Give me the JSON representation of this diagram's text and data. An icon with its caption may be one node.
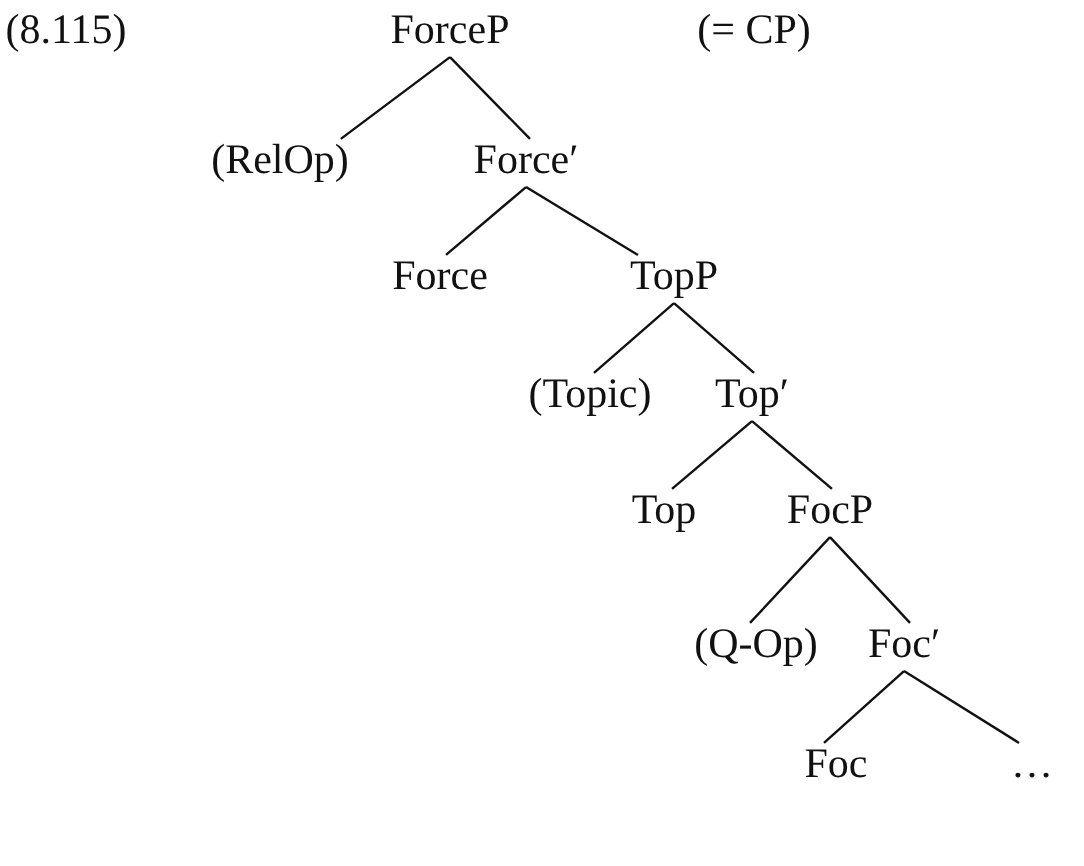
{
  "diagram": {
    "nodes": [
      {
        "text": [
          "ForceP"
        ]
      },
      {
        "text": [
          "(RelOp)"
        ]
      },
      {
        "text": [
          "Force′"
        ]
      },
      {
        "text": [
          "Force"
        ]
      },
      {
        "text": [
          "TopP"
        ]
      },
      {
        "text": [
          "(Topic)"
        ]
      },
      {
        "text": [
          "Top′"
        ]
      },
      {
        "text": [
          "Top"
        ]
      },
      {
        "text": [
          "FocP"
        ]
      },
      {
        "text": [
          "(Q-Op)"
        ]
      },
      {
        "text": [
          "Foc′"
        ]
      },
      {
        "text": [
          "Foc"
        ]
      },
      {
        "text": [
          "…"
        ]
      }
    ],
    "edges": [
      {
        "from": 0,
        "to": 1,
        "arrow": "none"
      },
      {
        "from": 0,
        "to": 2,
        "arrow": "none"
      },
      {
        "from": 2,
        "to": 3,
        "arrow": "none"
      },
      {
        "from": 2,
        "to": 4,
        "arrow": "none"
      },
      {
        "from": 4,
        "to": 5,
        "arrow": "none"
      },
      {
        "from": 4,
        "to": 6,
        "arrow": "none"
      },
      {
        "from": 6,
        "to": 7,
        "arrow": "none"
      },
      {
        "from": 6,
        "to": 8,
        "arrow": "none"
      },
      {
        "from": 8,
        "to": 9,
        "arrow": "none"
      },
      {
        "from": 8,
        "to": 10,
        "arrow": "none"
      },
      {
        "from": 10,
        "to": 11,
        "arrow": "none"
      },
      {
        "from": 10,
        "to": 12,
        "arrow": "none"
      }
    ],
    "labels": [
      "(8.115)",
      "(= CP)"
    ]
  }
}
